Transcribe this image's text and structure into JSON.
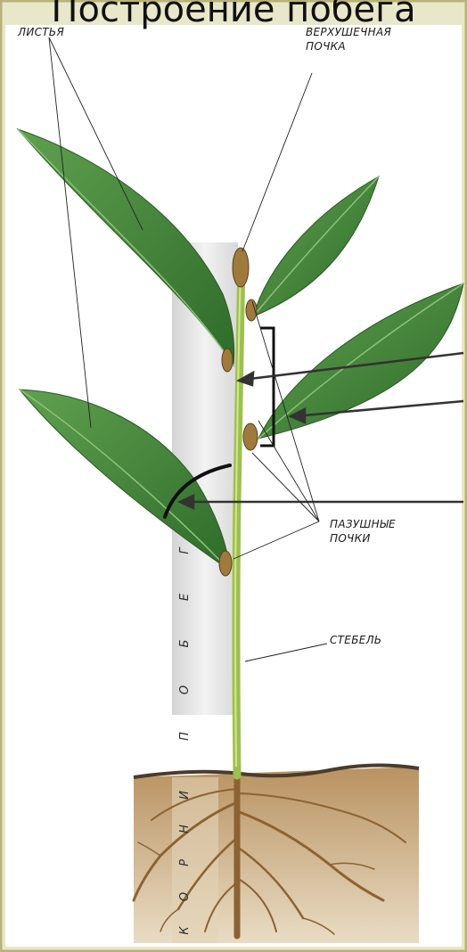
{
  "header": {
    "title_fragment": "Построение побега"
  },
  "labels": {
    "leaves": "ЛИСТЬЯ",
    "apical_bud_line1": "ВЕРХУШЕЧНАЯ",
    "apical_bud_line2": "ПОЧКА",
    "axillary_buds_line1": "ПАЗУШНЫЕ",
    "axillary_buds_line2": "ПОЧКИ",
    "stem": "СТЕБЕЛЬ"
  },
  "vertical_labels": {
    "shoot": [
      "П",
      "О",
      "Б",
      "Е",
      "Г"
    ],
    "roots": [
      "К",
      "О",
      "Р",
      "Н",
      "И"
    ]
  },
  "colors": {
    "frame_background": "#e9e7c9",
    "frame_border": "#b9b27a",
    "leaf_dark": "#2f6b2a",
    "leaf_light": "#5fa14f",
    "stem": "#9cc04f",
    "soil": "#c9a878",
    "root": "#8c6231",
    "bud": "#a07a3c"
  }
}
